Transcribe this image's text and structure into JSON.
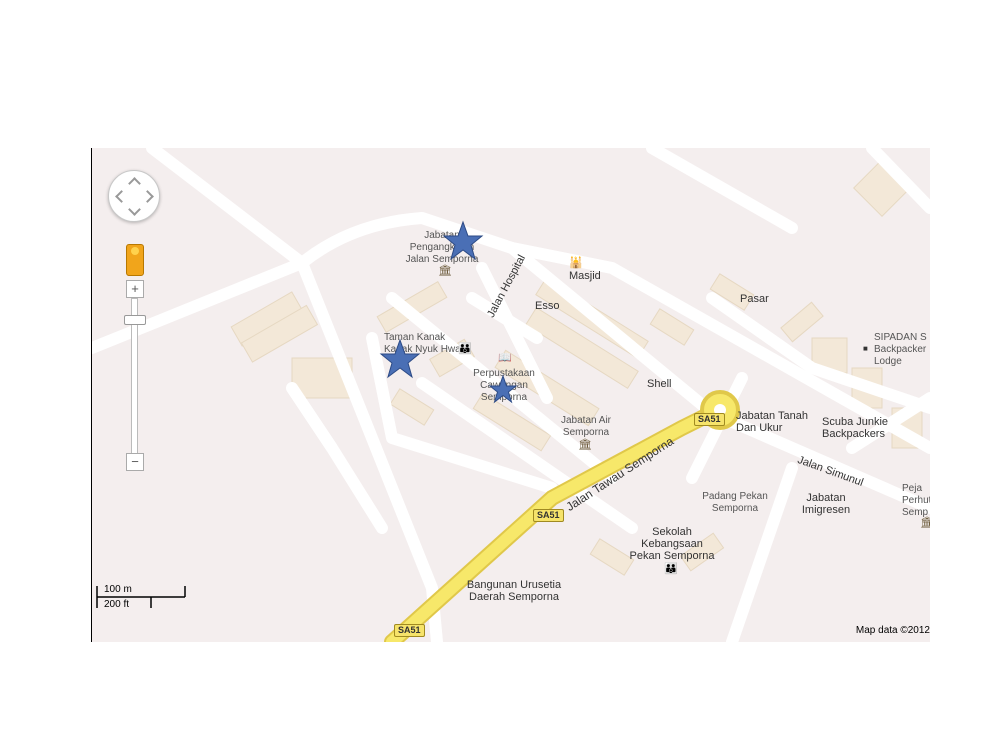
{
  "map": {
    "colors": {
      "background": "#f4eeee",
      "road": "#ffffff",
      "highway": "#f7e86a",
      "block": "#f3e8d8",
      "marker": "#4a6fb5"
    },
    "labels": {
      "jabatan_pengangkutan": [
        "Jabatan",
        "Pengangkutan",
        "Jalan Semporna"
      ],
      "masjid": "Masjid",
      "jalan_hospital": "Jalan Hospital",
      "esso": "Esso",
      "pasar": "Pasar",
      "sipadan": [
        "SIPADAN S",
        "Backpacker",
        "Lodge"
      ],
      "taman_kanak": [
        "Taman Kanak",
        "Kanak Nyuk Hwa"
      ],
      "perpustakaan": [
        "Perpustakaan",
        "Cawangan",
        "Semporna"
      ],
      "shell": "Shell",
      "jabatan_air": [
        "Jabatan Air",
        "Semporna"
      ],
      "jabatan_tanah": [
        "Jabatan Tanah",
        "Dan Ukur"
      ],
      "scuba_junkie": [
        "Scuba Junkie",
        "Backpackers"
      ],
      "jalan_simunul": "Jalan Simunul",
      "jalan_tawau": "Jalan Tawau Semporna",
      "pejabat_perhutanan": [
        "Peja",
        "Perhut",
        "Semp"
      ],
      "padang_pekan": [
        "Padang Pekan",
        "Semporna"
      ],
      "jabatan_imigresen": [
        "Jabatan",
        "Imigresen"
      ],
      "sekolah": [
        "Sekolah",
        "Kebangsaan",
        "Pekan Semporna"
      ],
      "bangunan_urusetia": [
        "Bangunan Urusetia",
        "Daerah Semporna"
      ]
    },
    "route_shields": [
      "SA51",
      "SA51",
      "SA51"
    ],
    "markers": [
      {
        "name": "star-marker",
        "icon": "star-icon"
      },
      {
        "name": "star-marker",
        "icon": "star-icon"
      },
      {
        "name": "star-marker",
        "icon": "star-icon"
      }
    ],
    "controls": {
      "zoom_in": "+",
      "zoom_out": "−",
      "scale_metric": "100 m",
      "scale_imperial": "200 ft"
    },
    "attribution": "Map data ©2012"
  }
}
